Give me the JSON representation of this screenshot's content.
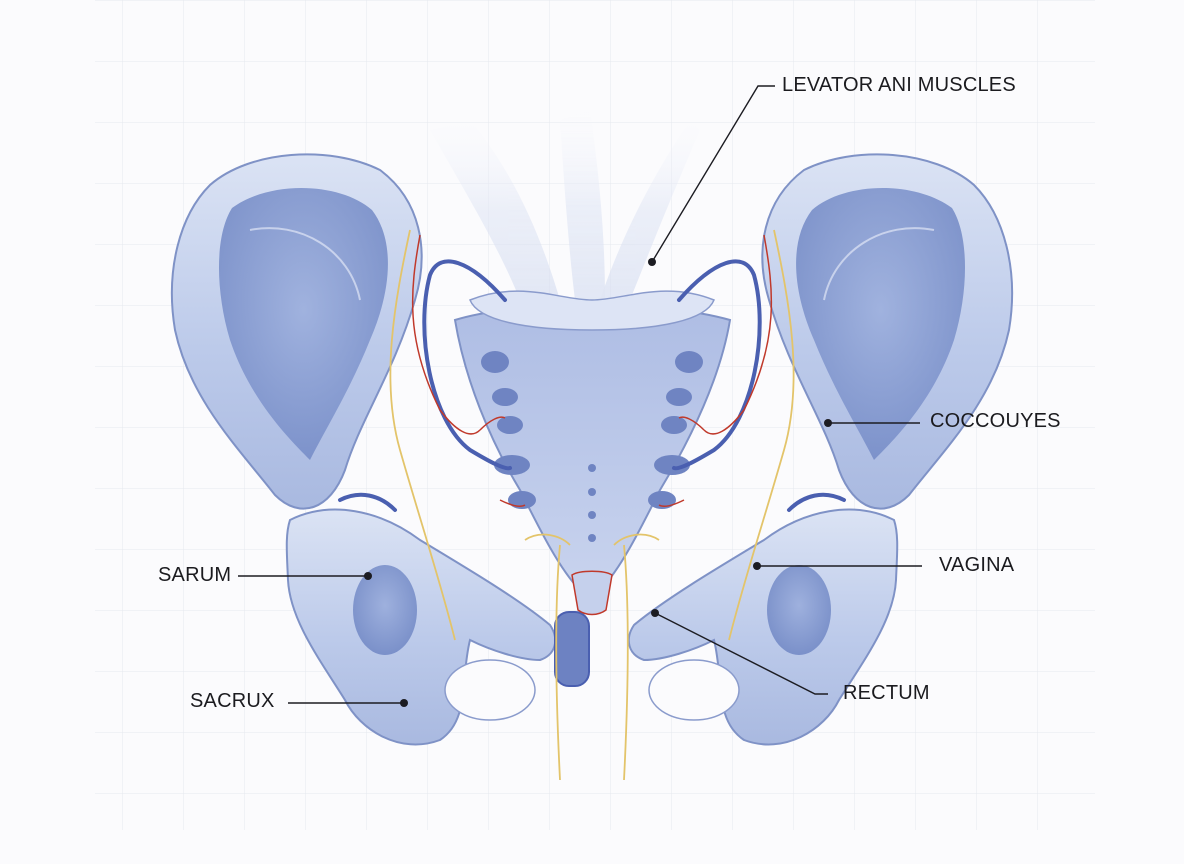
{
  "diagram": {
    "colors": {
      "bone": "#c6d2ec",
      "bone_shadow": "#7f92c6",
      "bone_highlight": "#eef2fb",
      "vein": "#4a5fb0",
      "artery": "#c0392b",
      "nerve": "#e3c46a",
      "grid": "#e6e8ef"
    },
    "labels": {
      "levator_ani": "LEVATOR ANI MUSCLES",
      "coccouyes": "COCCOUYES",
      "vagina": "VAGINA",
      "rectum": "RECTUM",
      "sarum": "SARUM",
      "sacrux": "SACRUX"
    }
  }
}
